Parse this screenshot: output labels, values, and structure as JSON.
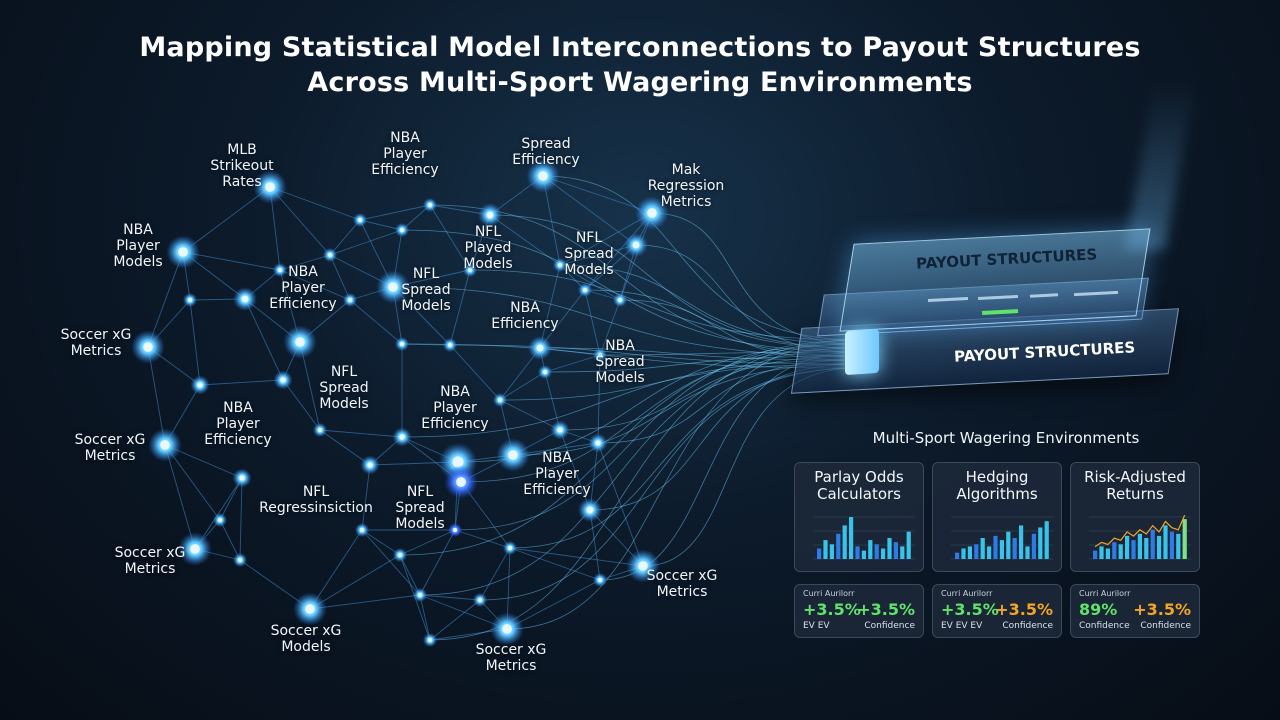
{
  "title": {
    "line1": "Mapping Statistical Model Interconnections to Payout Structures",
    "line2": "Across Multi-Sport Wagering Environments"
  },
  "nodes": [
    {
      "id": "mlb",
      "label": [
        "MLB",
        "Strikeout",
        "Rates"
      ],
      "hero": true
    },
    {
      "id": "nba_pe_top",
      "label": [
        "NBA",
        "Player",
        "Efficiency"
      ],
      "hero": false
    },
    {
      "id": "spread_eff",
      "label": [
        "Spread",
        "Efficiency"
      ],
      "hero": true
    },
    {
      "id": "mak",
      "label": [
        "Mak",
        "Regression",
        "Metrics"
      ],
      "hero": true
    },
    {
      "id": "nba_pm",
      "label": [
        "NBA",
        "Player",
        "Models"
      ],
      "hero": true
    },
    {
      "id": "nba_pe_2",
      "label": [
        "NBA",
        "Player",
        "Efficiency"
      ],
      "hero": false
    },
    {
      "id": "nfl_pm",
      "label": [
        "NFL",
        "Played",
        "Models"
      ],
      "hero": false
    },
    {
      "id": "nfl_sm_1",
      "label": [
        "NFL",
        "Spread",
        "Models"
      ],
      "hero": false
    },
    {
      "id": "nfl_sm_2",
      "label": [
        "NFL",
        "Spread",
        "Models"
      ],
      "hero": true
    },
    {
      "id": "nba_eff",
      "label": [
        "NBA",
        "Efficiency"
      ],
      "hero": false
    },
    {
      "id": "soccer_xg_1",
      "label": [
        "Soccer xG",
        "Metrics"
      ],
      "hero": true
    },
    {
      "id": "nba_sm",
      "label": [
        "NBA",
        "Spread",
        "Models"
      ],
      "hero": false
    },
    {
      "id": "nfl_sm_3",
      "label": [
        "NFL",
        "Spread",
        "Models"
      ],
      "hero": false
    },
    {
      "id": "nba_pe_3",
      "label": [
        "NBA",
        "Player",
        "Efficiency"
      ],
      "hero": false
    },
    {
      "id": "nba_pe_4",
      "label": [
        "NBA",
        "Player",
        "Efficiency"
      ],
      "hero": false
    },
    {
      "id": "soccer_xg_2",
      "label": [
        "Soccer xG",
        "Metrics"
      ],
      "hero": true
    },
    {
      "id": "nba_pe_5",
      "label": [
        "NBA",
        "Player",
        "Efficiency"
      ],
      "hero": true
    },
    {
      "id": "nfl_reg",
      "label": [
        "NFL",
        "Regressinsiction"
      ],
      "hero": false
    },
    {
      "id": "nfl_sm_4",
      "label": [
        "NFL",
        "Spread",
        "Models"
      ],
      "hero": false
    },
    {
      "id": "soccer_xg_3",
      "label": [
        "Soccer xG",
        "Metrics"
      ],
      "hero": true
    },
    {
      "id": "soccer_xg_4",
      "label": [
        "Soccer xG",
        "Metrics"
      ],
      "hero": true
    },
    {
      "id": "soccer_xg_models",
      "label": [
        "Soccer xG",
        "Models"
      ],
      "hero": true
    },
    {
      "id": "soccer_xg_5",
      "label": [
        "Soccer xG",
        "Metrics"
      ],
      "hero": true
    }
  ],
  "payout": {
    "top_label": "PAYOUT STRUCTURES",
    "bottom_label": "PAYOUT STRUCTURES"
  },
  "environments": {
    "title": "Multi-Sport Wagering Environments",
    "cards": [
      {
        "id": "parlay",
        "title": [
          "Parlay Odds",
          "Calculators"
        ],
        "bars": [
          0.25,
          0.45,
          0.35,
          0.6,
          0.8,
          1.0,
          0.3,
          0.2,
          0.45,
          0.35,
          0.25,
          0.5,
          0.4,
          0.3,
          0.65
        ],
        "trend": false
      },
      {
        "id": "hedging",
        "title": [
          "Hedging",
          "Algorithms"
        ],
        "bars": [
          0.15,
          0.25,
          0.3,
          0.35,
          0.5,
          0.3,
          0.55,
          0.45,
          0.65,
          0.5,
          0.8,
          0.3,
          0.6,
          0.75,
          0.9
        ],
        "trend": false
      },
      {
        "id": "risk",
        "title": [
          "Risk-Adjusted",
          "Returns"
        ],
        "bars": [
          0.2,
          0.3,
          0.25,
          0.4,
          0.35,
          0.55,
          0.45,
          0.6,
          0.5,
          0.7,
          0.55,
          0.8,
          0.65,
          0.6,
          0.95
        ],
        "trend": true
      }
    ],
    "stats": [
      {
        "id": "stat1",
        "head": "Curri Aurilorr",
        "v1": "+3.5%",
        "v1_color": "#5fe36a",
        "s1": "EV EV",
        "v2": "+3.5%",
        "v2_color": "#5fe36a",
        "s2": "Confidence"
      },
      {
        "id": "stat2",
        "head": "Curri Aurilorr",
        "v1": "+3.5%",
        "v1_color": "#5fe36a",
        "s1": "EV EV EV",
        "v2": "+3.5%",
        "v2_color": "#f5a524",
        "s2": "Confidence"
      },
      {
        "id": "stat3",
        "head": "Curri Aurilorr",
        "v1": "89%",
        "v1_color": "#5fe36a",
        "s1": "Confidence",
        "v2": "+3.5%",
        "v2_color": "#f5a524",
        "s2": "Confidence"
      }
    ]
  },
  "colors": {
    "node": "#4fc3ff",
    "link": "#3f8fd6",
    "accent_green": "#5fe36a",
    "accent_orange": "#f5a524"
  }
}
